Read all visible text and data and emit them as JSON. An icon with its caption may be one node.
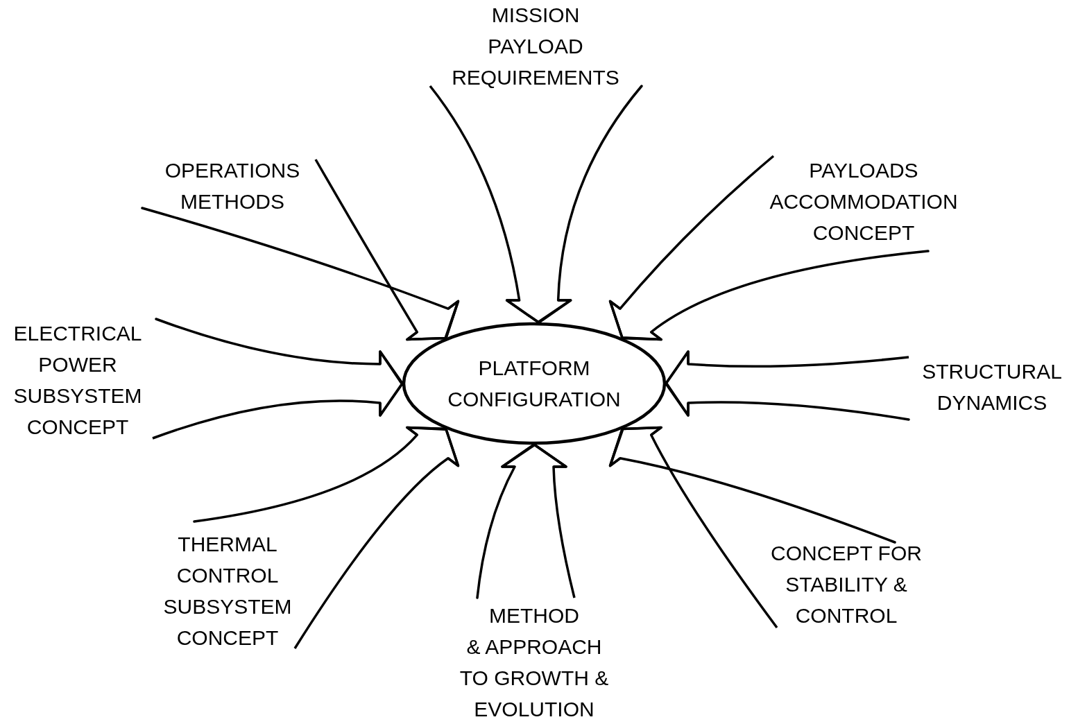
{
  "diagram": {
    "nodes": [
      {
        "text": [
          "MISSION PAYLOAD REQUIREMENTS"
        ]
      },
      {
        "text": [
          "OPERATIONS METHODS"
        ]
      },
      {
        "text": [
          "PAYLOADS ACCOMMODATION CONCEPT"
        ]
      },
      {
        "text": [
          "ELECTRICAL POWER SUBSYSTEM CONCEPT"
        ]
      },
      {
        "text": [
          "PLATFORM CONFIGURATION"
        ]
      },
      {
        "text": [
          "STRUCTURAL DYNAMICS"
        ]
      },
      {
        "text": [
          "THERMAL CONTROL SUBSYSTEM CONCEPT"
        ]
      },
      {
        "text": [
          "CONCEPT FOR STABILITY & CONTROL"
        ]
      },
      {
        "text": [
          "METHOD & APPROACH TO GROWTH & EVOLUTION"
        ]
      }
    ],
    "edges": [
      {
        "from": 0,
        "to": 4,
        "arrow": "to"
      },
      {
        "from": 1,
        "to": 4,
        "arrow": "to"
      },
      {
        "from": 2,
        "to": 4,
        "arrow": "to"
      },
      {
        "from": 3,
        "to": 4,
        "arrow": "to"
      },
      {
        "from": 5,
        "to": 4,
        "arrow": "to"
      },
      {
        "from": 6,
        "to": 4,
        "arrow": "to"
      },
      {
        "from": 7,
        "to": 4,
        "arrow": "to"
      },
      {
        "from": 8,
        "to": 4,
        "arrow": "to"
      }
    ]
  }
}
